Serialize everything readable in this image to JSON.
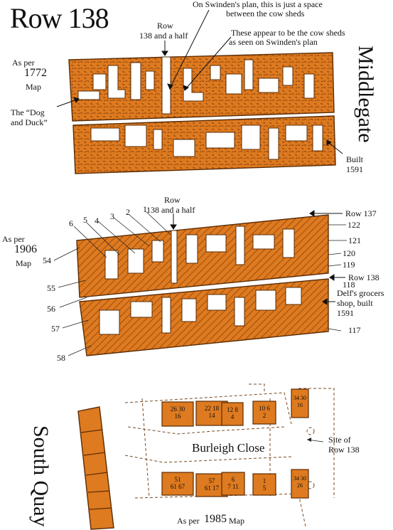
{
  "title": "Row 138",
  "section_1772": {
    "as_per": "As per",
    "year": "1772",
    "map": "Map",
    "street": "Middlegate",
    "row_line1": "Row",
    "row_line2": "138 and a half",
    "note_swinden_l1": "On Swinden's plan, this is just a space",
    "note_swinden_l2": "between the cow sheds",
    "note_cowsheds_l1": "These appear to be the cow sheds",
    "note_cowsheds_l2": "as seen on Swinden's plan",
    "dog_duck_l1": "The “Dog",
    "dog_duck_l2": "and Duck”",
    "built_l1": "Built",
    "built_l2": "1591"
  },
  "section_1906": {
    "as_per": "As per",
    "year": "1906",
    "map": "Map",
    "row_line1": "Row",
    "row_line2": "138 and a half",
    "row_137": "Row 137",
    "row_138": "Row 138",
    "delf_l1": "Delf's grocers",
    "delf_l2": "shop, built",
    "delf_l3": "1591",
    "numbers_top": [
      "6",
      "5",
      "4",
      "3",
      "2",
      "1"
    ],
    "numbers_left": [
      "54",
      "55",
      "56",
      "57",
      "58"
    ],
    "numbers_right": [
      "122",
      "121",
      "120",
      "119",
      "118",
      "117"
    ]
  },
  "section_1985": {
    "street": "South Quay",
    "close": "Burleigh Close",
    "site_l1": "Site of",
    "site_l2": "Row 138",
    "as_per": "As per",
    "year": "1985",
    "map": "Map",
    "house_top": [
      "26 30\n16",
      "22 18\n14",
      "12 8\n4",
      "10 6\n2"
    ],
    "house_bottom": [
      "51\n61 67",
      "57\n61 17",
      "6\n7 11",
      "1\n5"
    ],
    "house_right": [
      "34 30\n16",
      "34 30\n26"
    ]
  },
  "colors": {
    "building_fill": "#de7a1f",
    "hatch": "#7a3a0a",
    "outline": "#5a2c06",
    "plan_line": "#7a4a22"
  }
}
